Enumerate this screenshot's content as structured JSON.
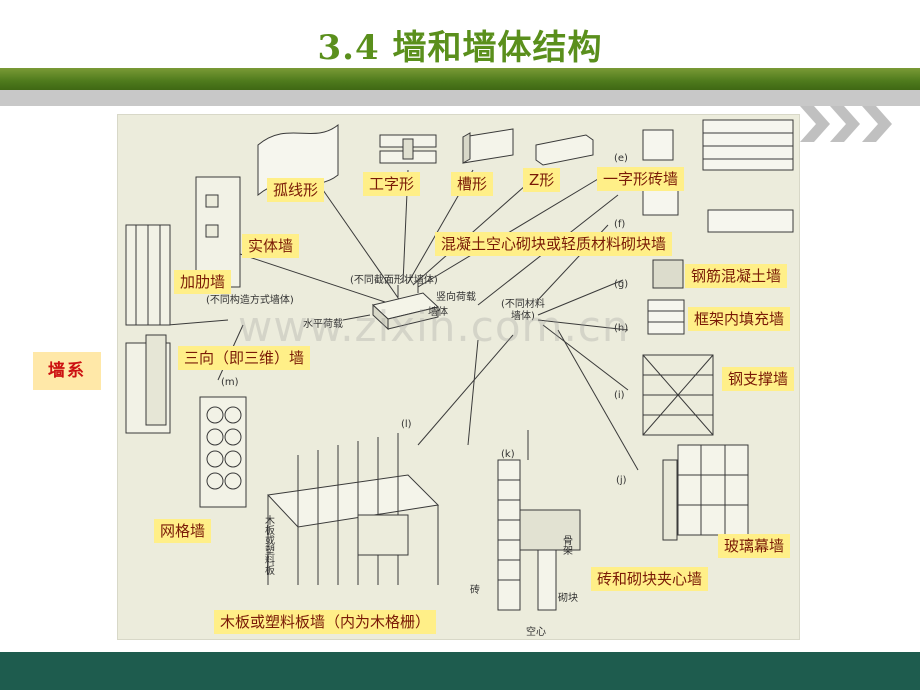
{
  "title": "3.4 墙和墙体结构",
  "wall_system_label": "墙系",
  "watermark": "www.zixin.com.cn",
  "labels": {
    "curved": "孤线形",
    "i_shape": "工字形",
    "channel": "槽形",
    "z_shape": "Z形",
    "straight_brick": "一字形砖墙",
    "solid": "实体墙",
    "concrete_block": "混凝土空心砌块或轻质材料砌块墙",
    "ribbed": "加肋墙",
    "rc_wall": "钢筋混凝土墙",
    "frame_infill": "框架内填充墙",
    "three_d": "三向（即三维）墙",
    "steel_brace": "钢支撑墙",
    "lattice": "网格墙",
    "glass_curtain": "玻璃幕墙",
    "sandwich": "砖和砌块夹心墙",
    "wood_board": "木板或塑料板墙（内为木格栅）"
  },
  "diagram_text": {
    "center_top": "(不同截面形状墙体)",
    "vertical_load": "竖向荷载",
    "horizontal_load": "水平荷载",
    "center_wall": "墙体",
    "left_group": "(不同构造方式墙体)",
    "right_group_1": "(不同材料",
    "right_group_2": "墙体)",
    "m": "(m)",
    "l": "(l)",
    "k": "(k)",
    "e": "(e)",
    "f": "(f)",
    "g": "(g)",
    "h": "(h)",
    "i": "(i)",
    "j": "(j)",
    "wood_vertical": "木板或塑料板",
    "brick": "砖",
    "frame": "骨架",
    "block": "砌块",
    "hollow": "空心"
  }
}
